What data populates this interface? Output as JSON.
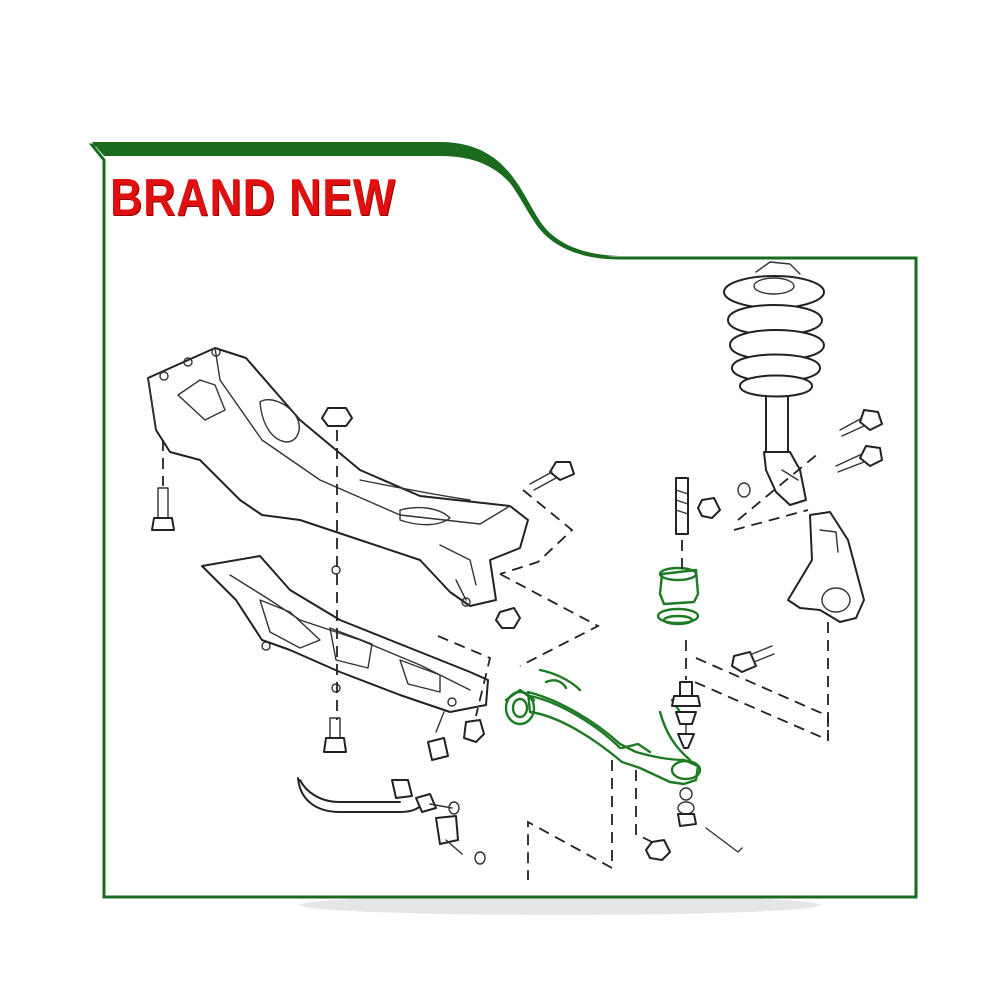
{
  "banner": {
    "text": "BRAND NEW"
  },
  "colors": {
    "frame_green": "#1a6b1e",
    "badge_red": "#e01010",
    "highlight_green": "#1e7a24",
    "line_art": "#222222",
    "background": "#ffffff"
  },
  "parts": [
    {
      "name": "front-crossmember",
      "highlighted": false
    },
    {
      "name": "skid-plate",
      "highlighted": false
    },
    {
      "name": "coil-spring-strut-assembly",
      "highlighted": false
    },
    {
      "name": "steering-knuckle",
      "highlighted": false
    },
    {
      "name": "lower-control-arm",
      "highlighted": true
    },
    {
      "name": "control-arm-bushing",
      "highlighted": true
    },
    {
      "name": "rear-bushing",
      "highlighted": true
    },
    {
      "name": "ball-joint",
      "highlighted": true
    },
    {
      "name": "stabilizer-bar",
      "highlighted": false
    },
    {
      "name": "stabilizer-link",
      "highlighted": false
    }
  ]
}
